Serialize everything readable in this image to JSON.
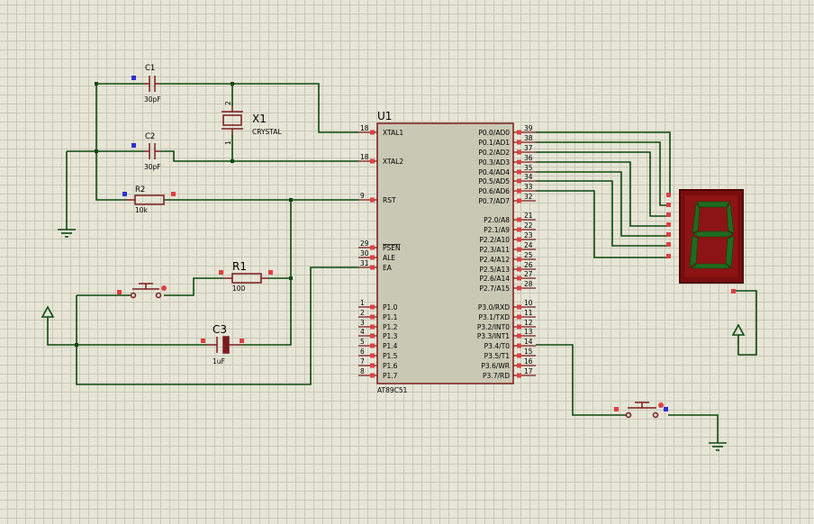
{
  "chip": {
    "ref": "U1",
    "part": "AT89C51",
    "left_pins": [
      {
        "num": "18",
        "name": "XTAL1"
      },
      {
        "num": "18",
        "name": "XTAL2"
      },
      {
        "num": "9",
        "name": "RST"
      },
      {
        "num": "29",
        "name": "PSEN"
      },
      {
        "num": "30",
        "name": "ALE"
      },
      {
        "num": "31",
        "name": "EA"
      },
      {
        "num": "1",
        "name": "P1.0"
      },
      {
        "num": "2",
        "name": "P1.1"
      },
      {
        "num": "3",
        "name": "P1.2"
      },
      {
        "num": "4",
        "name": "P1.3"
      },
      {
        "num": "5",
        "name": "P1.4"
      },
      {
        "num": "6",
        "name": "P1.5"
      },
      {
        "num": "7",
        "name": "P1.6"
      },
      {
        "num": "8",
        "name": "P1.7"
      }
    ],
    "right_pins": [
      {
        "num": "39",
        "name": "P0.0/AD0"
      },
      {
        "num": "38",
        "name": "P0.1/AD1"
      },
      {
        "num": "37",
        "name": "P0.2/AD2"
      },
      {
        "num": "36",
        "name": "P0.3/AD3"
      },
      {
        "num": "35",
        "name": "P0.4/AD4"
      },
      {
        "num": "34",
        "name": "P0.5/AD5"
      },
      {
        "num": "33",
        "name": "P0.6/AD6"
      },
      {
        "num": "32",
        "name": "P0.7/AD7"
      },
      {
        "num": "21",
        "name": "P2.0/A8"
      },
      {
        "num": "22",
        "name": "P2.1/A9"
      },
      {
        "num": "23",
        "name": "P2.2/A10"
      },
      {
        "num": "24",
        "name": "P2.3/A11"
      },
      {
        "num": "25",
        "name": "P2.4/A12"
      },
      {
        "num": "26",
        "name": "P2.5/A13"
      },
      {
        "num": "27",
        "name": "P2.6/A14"
      },
      {
        "num": "28",
        "name": "P2.7/A15"
      },
      {
        "num": "10",
        "name": "P3.0/RXD"
      },
      {
        "num": "11",
        "name": "P3.1/TXD"
      },
      {
        "num": "12",
        "name": "P3.2/INT0"
      },
      {
        "num": "13",
        "name": "P3.3/INT1"
      },
      {
        "num": "14",
        "name": "P3.4/T0"
      },
      {
        "num": "15",
        "name": "P3.5/T1"
      },
      {
        "num": "16",
        "name": "P3.6/WR"
      },
      {
        "num": "17",
        "name": "P3.7/RD"
      }
    ]
  },
  "components": {
    "c1": {
      "ref": "C1",
      "value": "30pF"
    },
    "c2": {
      "ref": "C2",
      "value": "30pF"
    },
    "c3": {
      "ref": "C3",
      "value": "1uF"
    },
    "r1": {
      "ref": "R1",
      "value": "100"
    },
    "r2": {
      "ref": "R2",
      "value": "10k"
    },
    "x1": {
      "ref": "X1",
      "value": "CRYSTAL",
      "pin_top": "2",
      "pin_bottom": "1"
    }
  },
  "display": {
    "digit": "8",
    "segment_color": "#1f6b1f",
    "body_color": "#7a0e0e"
  },
  "colors": {
    "wire": "#0d4a0d",
    "component": "#7a1c1c",
    "chip_fill": "#c9c8b4",
    "pin_red": "#e04040",
    "pin_blue": "#3030d0"
  }
}
